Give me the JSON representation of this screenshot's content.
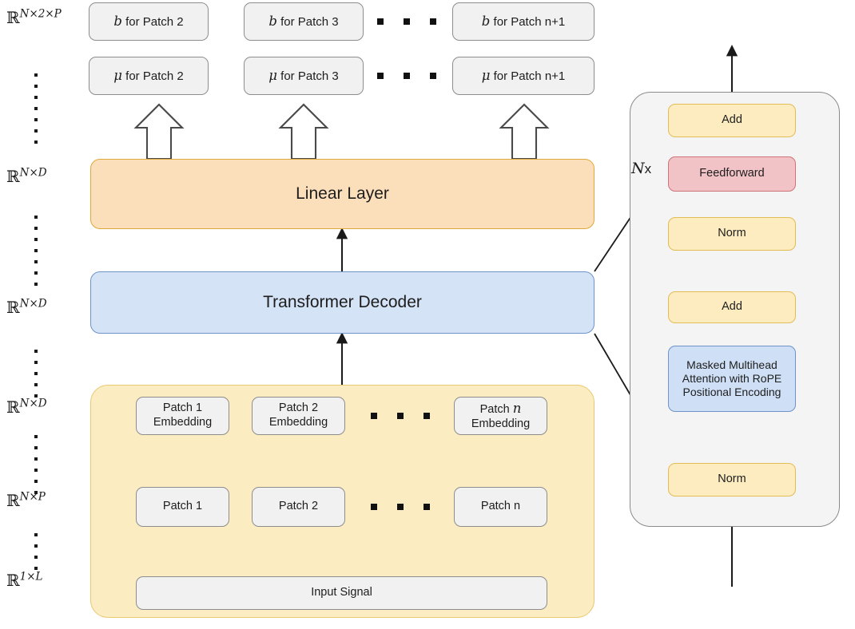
{
  "diagram": {
    "title": "Transformer decoder patch forecasting architecture",
    "colors": {
      "grey_fill": "#f1f1f1",
      "grey_stroke": "#8d8d8d",
      "orange_fill": "#fbdfbb",
      "orange_stroke": "#e0a83c",
      "blue_fill": "#d5e3f6",
      "blue_stroke": "#6d93c9",
      "yellow_fill": "#fcecc0",
      "yellow_stroke": "#e3bc54",
      "red_fill": "#f2c3c6",
      "red_stroke": "#cf7279",
      "panel_fill": "#f4f4f4",
      "panel_stroke": "#8a8a8a",
      "container_fill": "#fcecc2",
      "container_stroke": "#e7c96f",
      "arrow": "#1a1a1a"
    },
    "shape_labels": [
      {
        "base": "R",
        "sup": "N×2×P"
      },
      {
        "base": "R",
        "sup": "N×D"
      },
      {
        "base": "R",
        "sup": "N×D"
      },
      {
        "base": "R",
        "sup": "N×D"
      },
      {
        "base": "R",
        "sup": "N×P"
      },
      {
        "base": "R",
        "sup": "1×L"
      }
    ],
    "outputs": {
      "b_row": [
        {
          "symbol": "b",
          "text": "for Patch 2"
        },
        {
          "symbol": "b",
          "text": "for Patch 3"
        },
        {
          "symbol": "b",
          "text": "for Patch n+1"
        }
      ],
      "mu_row": [
        {
          "symbol": "μ",
          "text": "for Patch 2"
        },
        {
          "symbol": "μ",
          "text": "for Patch 3"
        },
        {
          "symbol": "μ",
          "text": "for Patch n+1"
        }
      ]
    },
    "linear_layer": {
      "label": "Linear Layer"
    },
    "transformer_decoder": {
      "label": "Transformer Decoder"
    },
    "embedding_row": [
      {
        "line1": "Patch 1",
        "line2": "Embedding"
      },
      {
        "line1": "Patch 2",
        "line2": "Embedding"
      },
      {
        "line1": "Patch n",
        "line2": "Embedding",
        "italic_index": true
      }
    ],
    "patch_row": [
      {
        "label": "Patch 1"
      },
      {
        "label": "Patch 2"
      },
      {
        "label": "Patch n"
      }
    ],
    "input_signal": {
      "label": "Input Signal"
    },
    "detail_panel": {
      "repeat_label": {
        "italic": "N",
        "upright": "x"
      },
      "blocks": [
        {
          "id": "add-top",
          "label": "Add",
          "style": "yellow"
        },
        {
          "id": "feedforward",
          "label": "Feedforward",
          "style": "red"
        },
        {
          "id": "norm-upper",
          "label": "Norm",
          "style": "yellow"
        },
        {
          "id": "add-bottom",
          "label": "Add",
          "style": "yellow"
        },
        {
          "id": "attention",
          "label": "Masked Multihead Attention with RoPE Positional Encoding",
          "style": "blue",
          "lines": [
            "Masked Multihead",
            "Attention with RoPE",
            "Positional Encoding"
          ]
        },
        {
          "id": "norm-lower",
          "label": "Norm",
          "style": "yellow"
        }
      ]
    }
  }
}
